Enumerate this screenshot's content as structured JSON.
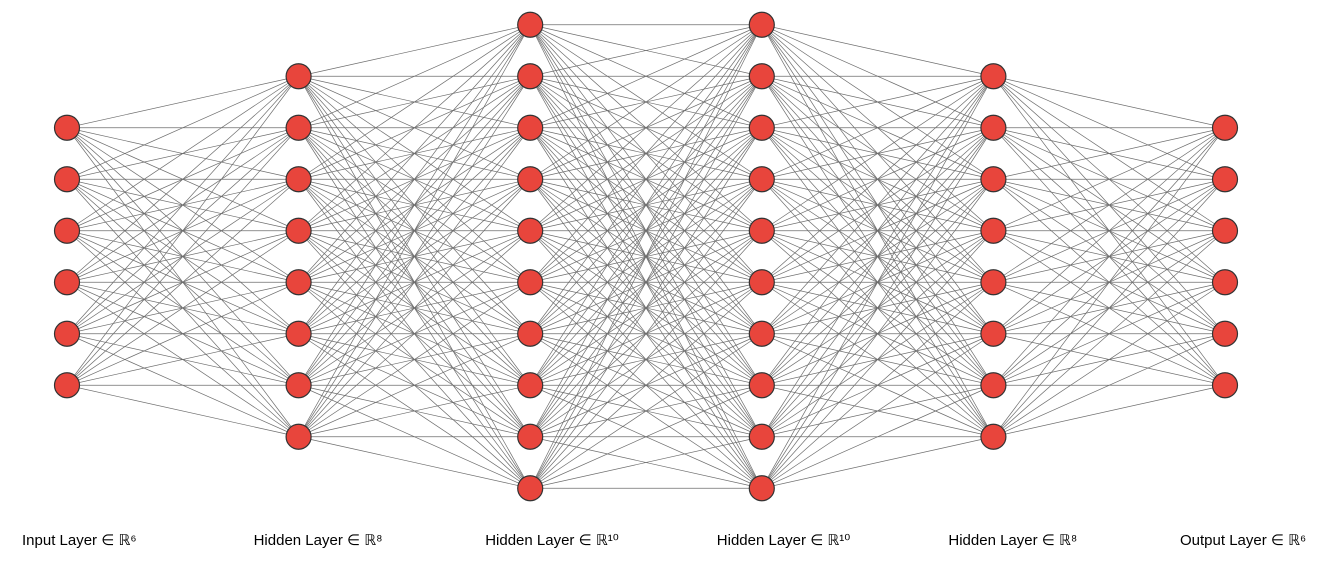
{
  "diagram": {
    "type": "neural-network",
    "node_color": "#e8453c",
    "edge_color": "#6e6e6e",
    "layers": [
      {
        "label": "Input Layer ∈ ℝ⁶",
        "nodes": 6
      },
      {
        "label": "Hidden Layer ∈ ℝ⁸",
        "nodes": 8
      },
      {
        "label": "Hidden Layer ∈ ℝ¹⁰",
        "nodes": 10
      },
      {
        "label": "Hidden Layer ∈ ℝ¹⁰",
        "nodes": 10
      },
      {
        "label": "Hidden Layer ∈ ℝ⁸",
        "nodes": 8
      },
      {
        "label": "Output Layer ∈ ℝ⁶",
        "nodes": 6
      }
    ]
  }
}
